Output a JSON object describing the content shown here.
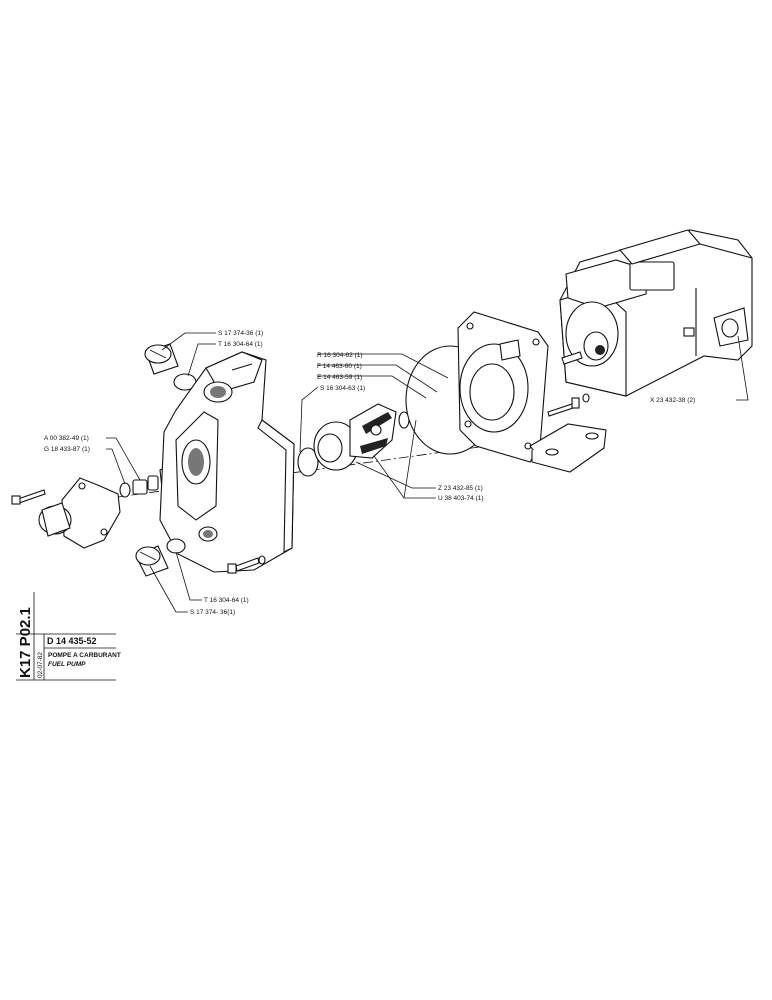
{
  "sheet": {
    "code": "K17 P02.1",
    "drawing_number": "D 14 435-52",
    "title_fr": "POMPE A CARBURANT",
    "title_en": "FUEL PUMP",
    "date": "02-07-82"
  },
  "callouts": [
    {
      "id": "s-top",
      "text": "S 17 374-36 (1)"
    },
    {
      "id": "t-top",
      "text": "T 16 304-64 (1)"
    },
    {
      "id": "a",
      "text": "A 00 382-49 (1)"
    },
    {
      "id": "g",
      "text": "G 18 433-87 (1)"
    },
    {
      "id": "r",
      "text": "R 16 304-62 (1)"
    },
    {
      "id": "f",
      "text": "F 14 463-60 (1)"
    },
    {
      "id": "e",
      "text": "E 14 463-59 (1)"
    },
    {
      "id": "s-mid",
      "text": "S 16 304-63 (1)"
    },
    {
      "id": "z",
      "text": "Z 23 432-85 (1)"
    },
    {
      "id": "u",
      "text": "U 38 403-74 (1)"
    },
    {
      "id": "x",
      "text": "X 23 432-38 (2)"
    },
    {
      "id": "t-bot",
      "text": "T 16 304-64 (1)"
    },
    {
      "id": "s-bot",
      "text": "S 17 374- 36(1)"
    }
  ]
}
